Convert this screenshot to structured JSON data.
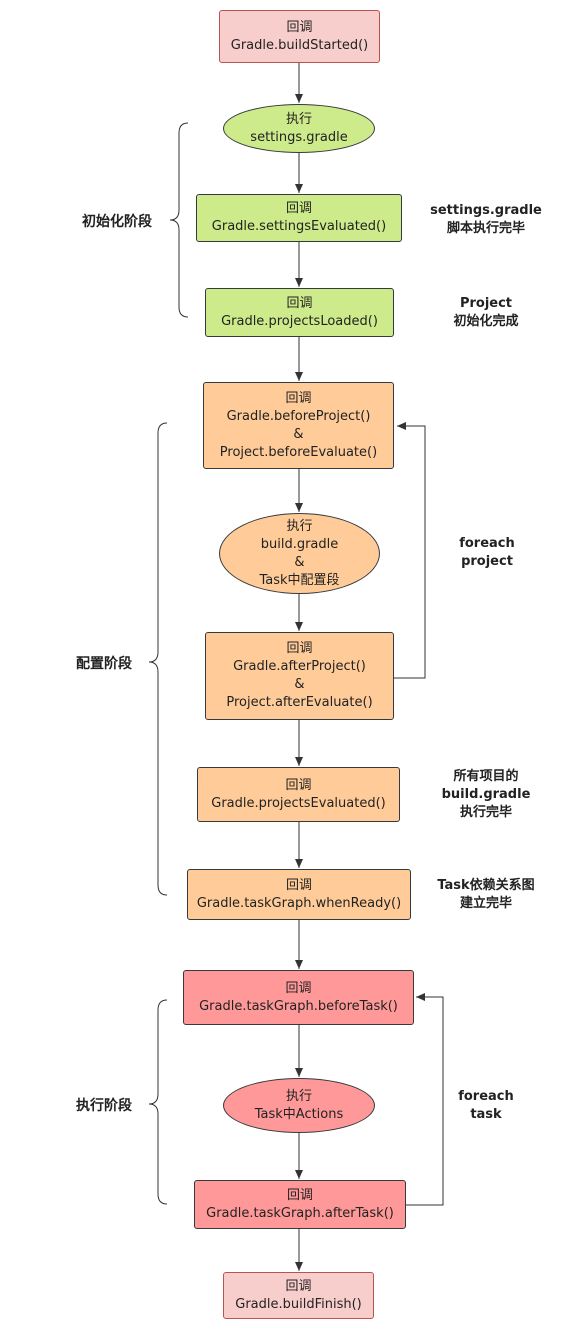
{
  "nodes": {
    "build_started": [
      "回调",
      "Gradle.buildStarted()"
    ],
    "exec_settings": [
      "执行",
      "settings.gradle"
    ],
    "settings_evaluated": [
      "回调",
      "Gradle.settingsEvaluated()"
    ],
    "projects_loaded": [
      "回调",
      "Gradle.projectsLoaded()"
    ],
    "before_project": [
      "回调",
      "Gradle.beforeProject()",
      "&",
      "Project.beforeEvaluate()"
    ],
    "exec_build": [
      "执行",
      "build.gradle",
      "&",
      "Task中配置段"
    ],
    "after_project": [
      "回调",
      "Gradle.afterProject()",
      "&",
      "Project.afterEvaluate()"
    ],
    "projects_evaluated": [
      "回调",
      "Gradle.projectsEvaluated()"
    ],
    "when_ready": [
      "回调",
      "Gradle.taskGraph.whenReady()"
    ],
    "before_task": [
      "回调",
      "Gradle.taskGraph.beforeTask()"
    ],
    "exec_actions": [
      "执行",
      "Task中Actions"
    ],
    "after_task": [
      "回调",
      "Gradle.taskGraph.afterTask()"
    ],
    "build_finish": [
      "回调",
      "Gradle.buildFinish()"
    ]
  },
  "phases": {
    "init": "初始化阶段",
    "config": "配置阶段",
    "execute": "执行阶段"
  },
  "notes": {
    "settings_done": [
      "settings.gradle",
      "脚本执行完毕"
    ],
    "project_init": [
      "Project",
      "初始化完成"
    ],
    "foreach_project": [
      "foreach",
      "project"
    ],
    "all_build_done": [
      "所有项目的",
      "build.gradle",
      "执行完毕"
    ],
    "task_graph_done": [
      "Task依赖关系图",
      "建立完毕"
    ],
    "foreach_task": [
      "foreach",
      "task"
    ]
  },
  "colors": {
    "pink": "#f8cecc",
    "green": "#cdeb8b",
    "orange": "#ffcc99",
    "red": "#ff9999",
    "line": "#333333"
  }
}
